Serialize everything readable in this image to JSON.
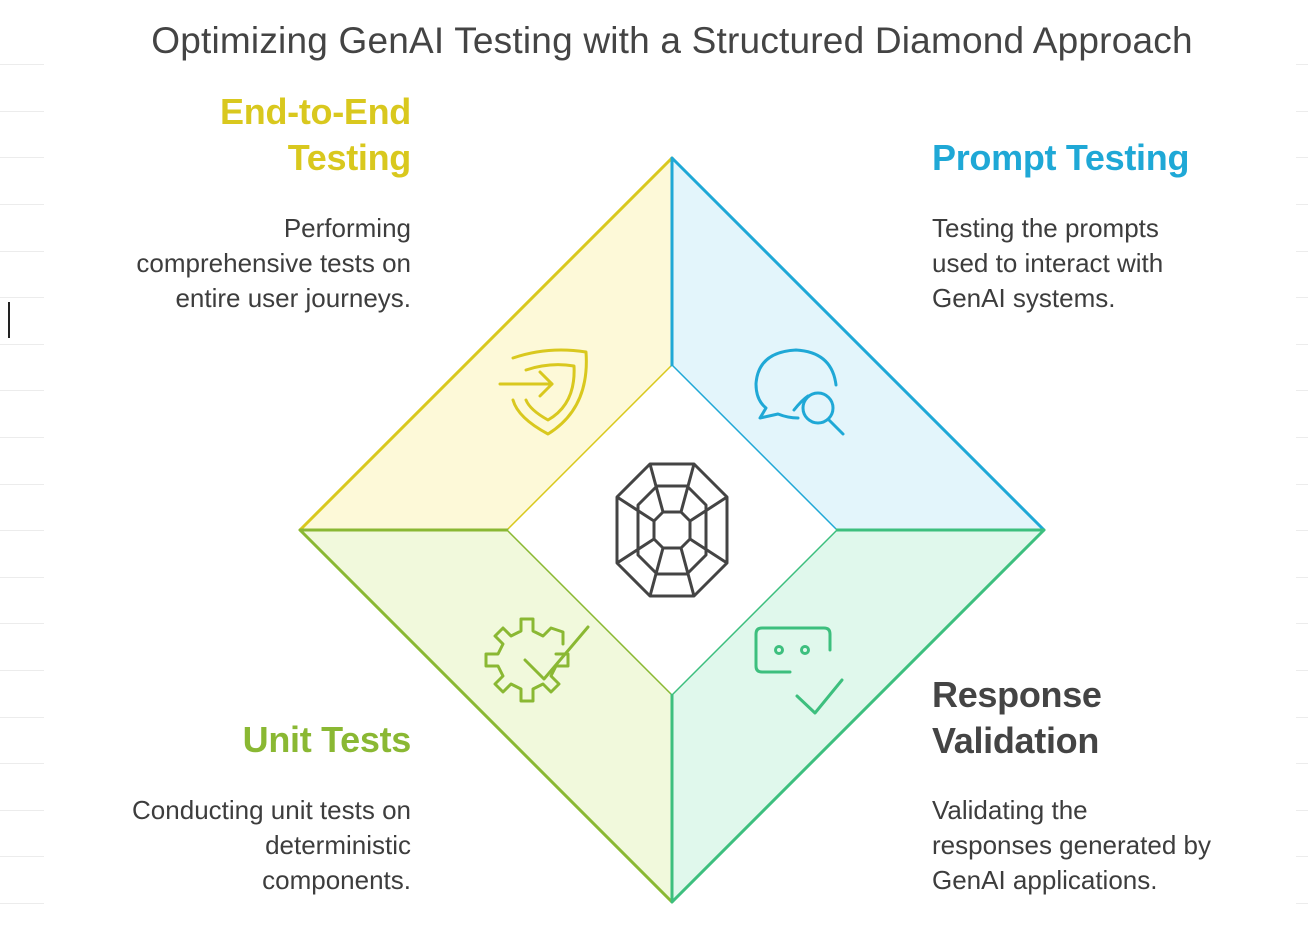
{
  "title": "Optimizing GenAI Testing with a Structured Diamond Approach",
  "colors": {
    "end_to_end": "#d9c81e",
    "prompt": "#1fa8d6",
    "unit": "#8ab833",
    "response": "#3dbf7e",
    "response_heading": "#444444",
    "center_icon": "#444444"
  },
  "quadrants": {
    "end_to_end": {
      "heading_line1": "End-to-End",
      "heading_line2": "Testing",
      "desc_line1": "Performing",
      "desc_line2": "comprehensive tests on",
      "desc_line3": "entire user journeys.",
      "icon": "shield-enter-icon"
    },
    "prompt": {
      "heading_line1": "Prompt Testing",
      "desc_line1": "Testing the prompts",
      "desc_line2": "used to interact with",
      "desc_line3": "GenAI systems.",
      "icon": "chat-search-icon"
    },
    "unit": {
      "heading_line1": "Unit Tests",
      "desc_line1": "Conducting unit tests on",
      "desc_line2": "deterministic",
      "desc_line3": "components.",
      "icon": "gear-check-icon"
    },
    "response": {
      "heading_line1": "Response",
      "heading_line2": "Validation",
      "desc_line1": "Validating the",
      "desc_line2": "responses generated by",
      "desc_line3": "GenAI applications.",
      "icon": "message-check-icon"
    }
  },
  "center_icon": "diamond-icon"
}
